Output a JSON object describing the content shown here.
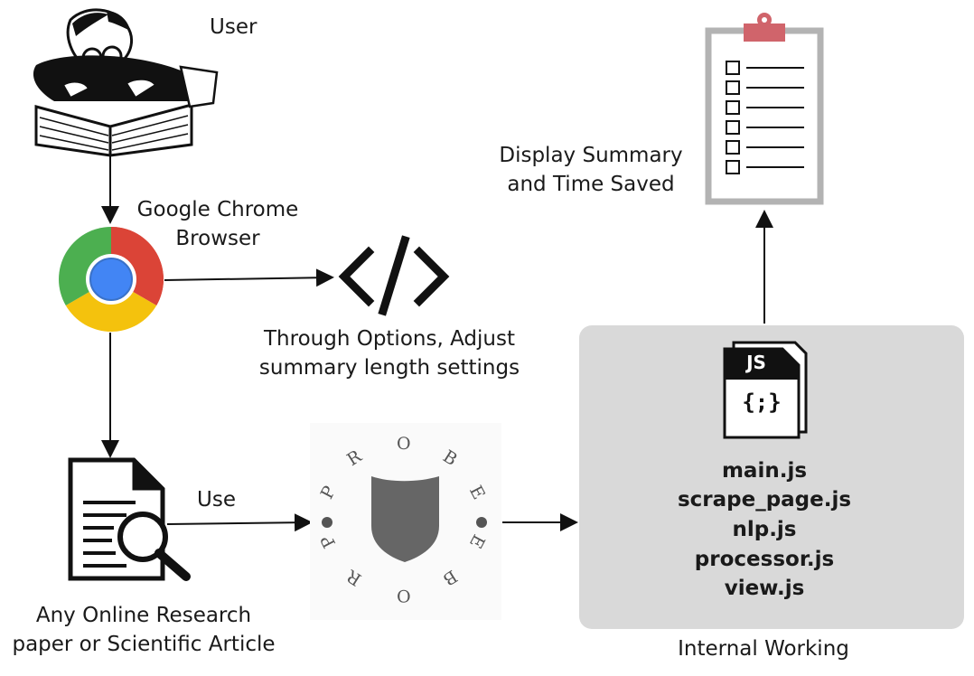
{
  "labels": {
    "user": "User",
    "chrome": "Google Chrome\nBrowser",
    "options": "Through Options, Adjust\nsummary length settings",
    "use": "Use",
    "article": "Any Online Research\npaper or Scientific Article",
    "display": "Display Summary\nand Time Saved",
    "internal": "Internal Working"
  },
  "logo": {
    "ring_text": "PROBE",
    "ring_text_bottom": "PROBE"
  },
  "js_icon": {
    "tag": "JS",
    "braces": "{;}"
  },
  "files": [
    "main.js",
    "scrape_page.js",
    "nlp.js",
    "processor.js",
    "view.js"
  ],
  "colors": {
    "panel": "#d9d9d9",
    "clipboard_clip": "#d0646b",
    "clipboard_frame": "#b3b3b3",
    "chrome_red": "#db4437",
    "chrome_yellow": "#f4c20d",
    "chrome_green": "#4caf50",
    "chrome_blue": "#4285f4",
    "shield": "#666666"
  },
  "icons": [
    "user-reading-book-icon",
    "chrome-icon",
    "code-icon",
    "document-search-icon",
    "probe-logo",
    "js-file-icon",
    "clipboard-checklist-icon"
  ]
}
